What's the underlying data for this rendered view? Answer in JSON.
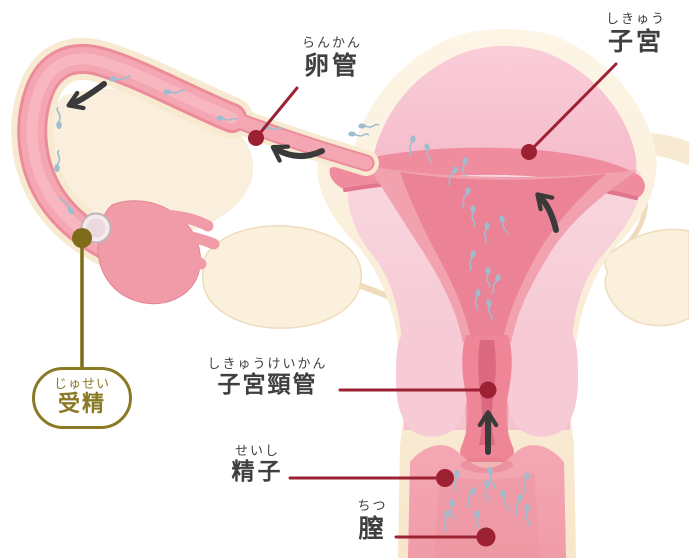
{
  "page": {
    "background": "#ffffff",
    "description": "Illustrated cross-section of the female reproductive system showing sperm travelling from the vagina through the cervical canal and uterus into the fallopian tube toward the egg (fertilization)."
  },
  "labels": {
    "ovarian_tube": {
      "furigana": "らんかん",
      "text": "卵管"
    },
    "uterus": {
      "furigana": "しきゅう",
      "text": "子宮"
    },
    "fertilization": {
      "furigana": "じゅせい",
      "text": "受精"
    },
    "cervical_canal": {
      "furigana": "しきゅうけいかん",
      "text": "子宮頸管"
    },
    "sperm": {
      "furigana": "せいし",
      "text": "精子"
    },
    "vagina": {
      "furigana": "ちつ",
      "text": "膣"
    }
  },
  "colors": {
    "label_text": "#3f3f3f",
    "pointer_line_red": "#9b2133",
    "fertilization_accent": "#8a7a26",
    "arrow_black": "#3a3a3a",
    "cream_outer": "#f8ead1",
    "pink_light": "#f9cdd9",
    "pink_medium": "#f2a2af",
    "pink_deep": "#eb8295",
    "canal_dark": "#db6a80",
    "sperm_blue": "#9fbdce",
    "egg_shell": "#f5eaec"
  }
}
